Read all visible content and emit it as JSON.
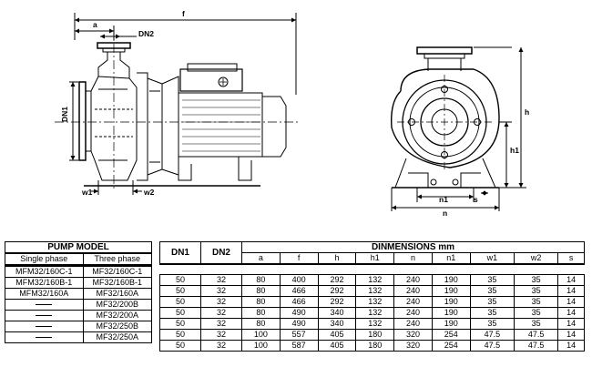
{
  "drawing": {
    "labels": {
      "f": "f",
      "a": "a",
      "dn2": "DN2",
      "dn1": "DN1",
      "w1": "w1",
      "w2": "w2",
      "h": "h",
      "h1": "h1",
      "n1": "n1",
      "n": "n",
      "s": "s"
    }
  },
  "model_table": {
    "title": "PUMP MODEL",
    "headers": [
      "Single phase",
      "Three phase"
    ],
    "rows": [
      [
        "MFM32/160C-1",
        "MF32/160C-1"
      ],
      [
        "MFM32/160B-1",
        "MF32/160B-1"
      ],
      [
        "MFM32/160A",
        "MF32/160A"
      ],
      [
        "",
        "MF32/200B"
      ],
      [
        "",
        "MF32/200A"
      ],
      [
        "",
        "MF32/250B"
      ],
      [
        "",
        "MF32/250A"
      ]
    ]
  },
  "dim_table": {
    "dn1_header": "DN1",
    "dn2_header": "DN2",
    "group_header": "DINMENSIONS  mm",
    "columns": [
      "a",
      "f",
      "h",
      "h1",
      "n",
      "n1",
      "w1",
      "w2",
      "s"
    ],
    "rows": [
      [
        "50",
        "32",
        "80",
        "400",
        "292",
        "132",
        "240",
        "190",
        "35",
        "35",
        "14"
      ],
      [
        "50",
        "32",
        "80",
        "466",
        "292",
        "132",
        "240",
        "190",
        "35",
        "35",
        "14"
      ],
      [
        "50",
        "32",
        "80",
        "466",
        "292",
        "132",
        "240",
        "190",
        "35",
        "35",
        "14"
      ],
      [
        "50",
        "32",
        "80",
        "490",
        "340",
        "132",
        "240",
        "190",
        "35",
        "35",
        "14"
      ],
      [
        "50",
        "32",
        "80",
        "490",
        "340",
        "132",
        "240",
        "190",
        "35",
        "35",
        "14"
      ],
      [
        "50",
        "32",
        "100",
        "557",
        "405",
        "180",
        "320",
        "254",
        "47.5",
        "47.5",
        "14"
      ],
      [
        "50",
        "32",
        "100",
        "587",
        "405",
        "180",
        "320",
        "254",
        "47.5",
        "47.5",
        "14"
      ]
    ]
  }
}
